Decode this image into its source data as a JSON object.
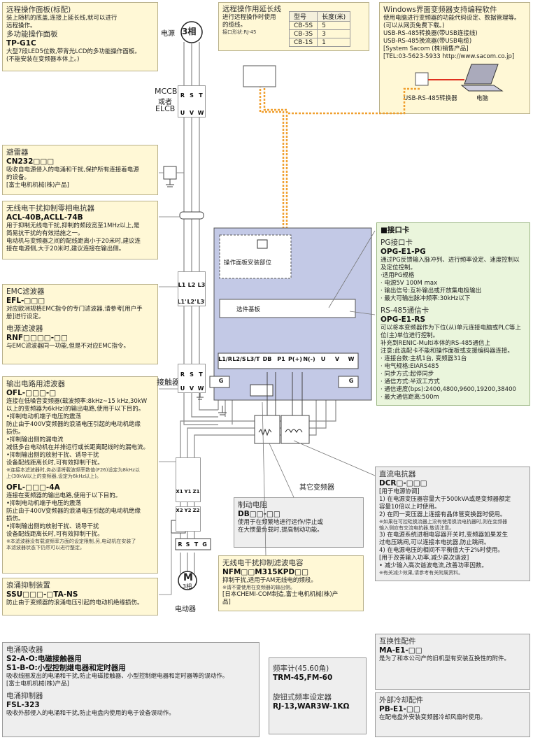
{
  "power": {
    "label": "电源",
    "phase": "3相",
    "mccb": [
      "MCCB",
      "或者",
      "ELCB"
    ],
    "contactor": "接触器",
    "terminals_rst": [
      "R",
      "S",
      "T"
    ],
    "terminals_uvw": [
      "U",
      "V",
      "W"
    ],
    "terminals_l": [
      "L1",
      "L2",
      "L3"
    ],
    "terminals_lp": [
      "L1'",
      "L2'",
      "L3'"
    ],
    "terminals_x": [
      "X1",
      "Y1",
      "Z1"
    ],
    "terminals_z2": [
      "X2",
      "Y2",
      "Z2"
    ],
    "terminals_motor": [
      "R",
      "S",
      "T",
      "G"
    ]
  },
  "motor": {
    "symbol": "M",
    "phase": "3相",
    "label": "电动器"
  },
  "inverter": {
    "panel_slot": "操作面板安装部位",
    "option_board": "选件基板",
    "terminals": [
      "L1/R",
      "L2/S",
      "L3/T",
      "DB",
      "P1",
      "P(+)",
      "N(-)",
      "U",
      "V",
      "W"
    ],
    "ground": "G",
    "other_inverter": "其它变频器"
  },
  "remote_panel": {
    "title1": "远程操作面板(标配)",
    "desc1": [
      "装上随机的底盖,连接上延长线,就可以进行",
      "远程操作。"
    ],
    "title2": "多功能操作面板",
    "model": "TP-G1C",
    "desc2": [
      "大型7段LED5位数,带背光LCD的多功能操作面板。",
      "(不能安装在变频器本体上。)"
    ]
  },
  "ext_cable": {
    "title": "远程操作用延长线",
    "desc": [
      "进行远程操作时使用",
      "的缆线。"
    ],
    "connector": "接口形状:RJ-45",
    "headers": [
      "型号",
      "长度(米)"
    ],
    "rows": [
      [
        "CB-5S",
        "5"
      ],
      [
        "CB-3S",
        "3"
      ],
      [
        "CB-1S",
        "1"
      ]
    ]
  },
  "windows": {
    "title": "Windows界面变频器支持编程软件",
    "lines": [
      "使用电脑进行变频器的功能代码设定、数据管理等。",
      "(可以从网页免费下载。)",
      "USB-RS-485转换器(带USB连接线)",
      "USB-RS-485换流器(带USB电缆)",
      "[System Sacom (株)销售产品]",
      "[TEL:03-5623-5933  http://www.sacom.co.jp]"
    ],
    "converter_label": "USB-RS-485转换器",
    "pc_label": "电脑"
  },
  "arrester": {
    "title": "避雷器",
    "model": "CN232□□□",
    "desc": [
      "吸收自电源侵入的电涌和干扰,保护所有连接着电源",
      "的设备。"
    ],
    "maker": "[富士电机机械(株)产品]"
  },
  "zero_reactor": {
    "title": "无线电干扰抑制零相电抗器",
    "model": "ACL-40B,ACLL-74B",
    "desc": [
      "用于抑制无线电干扰,抑制的频段宽至1MHz以上,是",
      "简易抗干扰的有效措施之一。",
      "电动机与变频器之间的配线距离小于20米时,建议连",
      "接在电源侧,大于20米时,建议连接在输出侧。"
    ]
  },
  "emc_filter": {
    "title": "EMC滤波器",
    "model": "EFL-□□□",
    "desc": [
      "对应欧洲规格EMC指令的专门滤波器,请参考[用户手",
      "册]进行设定。"
    ],
    "title2": "电源滤波器",
    "model2": "RNF□□□□-□□",
    "desc2": "与EMC滤波器同一功能,但是不对应EMC指令。"
  },
  "output_filter": {
    "title": "输出电路用滤波器",
    "model": "OFL-□□□-□",
    "desc": [
      "连接在低噪音变频器(载波频率:8kHz~15 kHz,30kW",
      "以上的变频器为6kHz)的输出电路,使用于以下目的。"
    ],
    "bullets": [
      "•抑制电动机端子电压的震荡",
      "  防止由于400V变频器的浪涌电压引起的电动机绝缘",
      "  损伤。",
      "•抑制输出侧的漏电流",
      "  减低多台电动机在并排运行或长距离配线时的漏电流。",
      "•抑制输出侧的放射干扰、诱导干扰",
      "  设备配线距离长时,可有效抑制干扰。"
    ],
    "note": [
      "※连接本滤波器时,务必请将载波频率数值(F26)设定为8kHz以",
      "  上(30kW以上的变频器,设定为6kHz以上)。"
    ],
    "model2": "OFL-□□□-4A",
    "desc2": "连接在变频器的输出电路,使用于以下目的。",
    "bullets2": [
      "•抑制电动机端子电压的震荡",
      "  防止由于400V变频器的浪涌电压引起的电动机绝缘",
      "  损伤。",
      "•抑制输出侧的放射干扰、诱导干扰",
      "  设备配线距离长时,可有效抑制干扰。"
    ],
    "note2": [
      "※本滤波器没有载波频率方面的设定限制,另,电动机在安装了",
      "  本滤波器状态下仍然可以进行整定。"
    ]
  },
  "surge": {
    "title": "浪涌抑制装置",
    "model": "SSU□□□-□TA-NS",
    "desc": "防止由于变频器的浪涌电压引起的电动机绝缘损伤。"
  },
  "surge_absorber": {
    "title": "电涌吸收器",
    "model1": "S2-A-O:电磁接触器用",
    "model2": "S1-B-O:小型控制继电器和定时器用",
    "desc": "吸收线圈发出的电涌和干扰,防止电磁接触器、小型控制继电器和定时器等的误动作。",
    "maker": "[富士电机机械(株)产品]",
    "title2": "电涌抑制器",
    "model3": "FSL-323",
    "desc2": "吸收外部侵入的电涌和干扰,防止电盘内使用的电子设备误动作。"
  },
  "interface_card": {
    "header": "■接口卡",
    "pg_title": "PG接口卡",
    "pg_model": "OPG-E1-PG",
    "pg_desc": [
      "通过PG反馈输入脉冲列、进行频率设定、速度控制以",
      "及定位控制。"
    ],
    "pg_specs": [
      "·适用PG规格",
      "· 电源5V 100M max",
      "· 输出信号:互补输出或开放集电极输出",
      "· 最大可输出脉冲频率:30kHz以下"
    ],
    "rs_title": "RS-485通信卡",
    "rs_model": "OPG-E1-RS",
    "rs_desc": [
      "可以将本变频器作为下位(从)单元连接电脑或PLC等上",
      "位(主)单位进行控制。",
      "补充到RENIC-Multi本体的RS-485通信上",
      "注意:此选配卡不能和操作面板或支援编码器连接。"
    ],
    "rs_specs": [
      "· 连接台数:主机1台, 变频器31台",
      "· 电气规格:EIARS485",
      "· 同步方式:起停同步",
      "· 通信方式:半双工方式",
      "· 通信速度(bps):2400,4800,9600,19200,38400",
      "· 最大通信距离:500m"
    ]
  },
  "dc_reactor": {
    "title": "直流电抗器",
    "model": "DCR□-□□□",
    "sub1": "[用于电源协调]",
    "items": [
      "1) 在电源变压器容量大于500kVA或是变频器额定",
      "   容量10倍以上时使用。",
      "2) 在同一变压器上连接有晶体管变换器时使用。",
      "※如果在可控硅换流器上没有使用换流电抗器时,则在变频器",
      "  输入侧应有交流电抗器,敬请注意。",
      "3) 在电源系统进相电容器开关时,变频器如果发生",
      "   过电压跳闸,可以连接本电抗器,防止跳闸。",
      "4) 在电源电压的相间不平衡值大于2%时使用。"
    ],
    "sub2": "[用于改善输入功率,减少高次谐波]",
    "items2": [
      "• 减少输入高次谐波电流,改善功率因数。",
      "※有关减少效果,请参考有关附属资料。"
    ]
  },
  "brake_res": {
    "title": "制动电阻",
    "model": "DB□□-□□",
    "desc": [
      "使用于在频繁地进行运作/停止或",
      "在大惯量负载时,提高制动功能。"
    ]
  },
  "nf_cap": {
    "title": "无线电干扰抑制滤波电容",
    "model": "NFM□□M315KPD□□",
    "desc": "抑制干扰,适用于AM无线电的频段。",
    "note": "※请不要使用在变频器的输出侧。",
    "maker": [
      "[日本CHEMI-COM制造,富士电机机械(株)产",
      "品]"
    ]
  },
  "freq_meter": {
    "title": "频率计(45.60角)",
    "model": "TRM-45,FM-60",
    "title2": "旋钮式频率设定器",
    "model2": "RJ-13,WAR3W-1KΩ"
  },
  "compat": {
    "title": "互换性配件",
    "model": "MA-E1-□□",
    "desc": "是为了和本公司产的旧机型有安装互换性的附件。"
  },
  "cooling": {
    "title": "外部冷却配件",
    "model": "PB-E1-□□",
    "desc": "在配电盘外安装变频器冷却风扇时使用。"
  },
  "colors": {
    "note_yellow": "#fff8d6",
    "note_green": "#eaf5dc",
    "note_gray": "#eeeeee",
    "inverter_blue": "#c3c9e6",
    "cable_orange": "#f0a030",
    "usb_red": "#e03020"
  }
}
